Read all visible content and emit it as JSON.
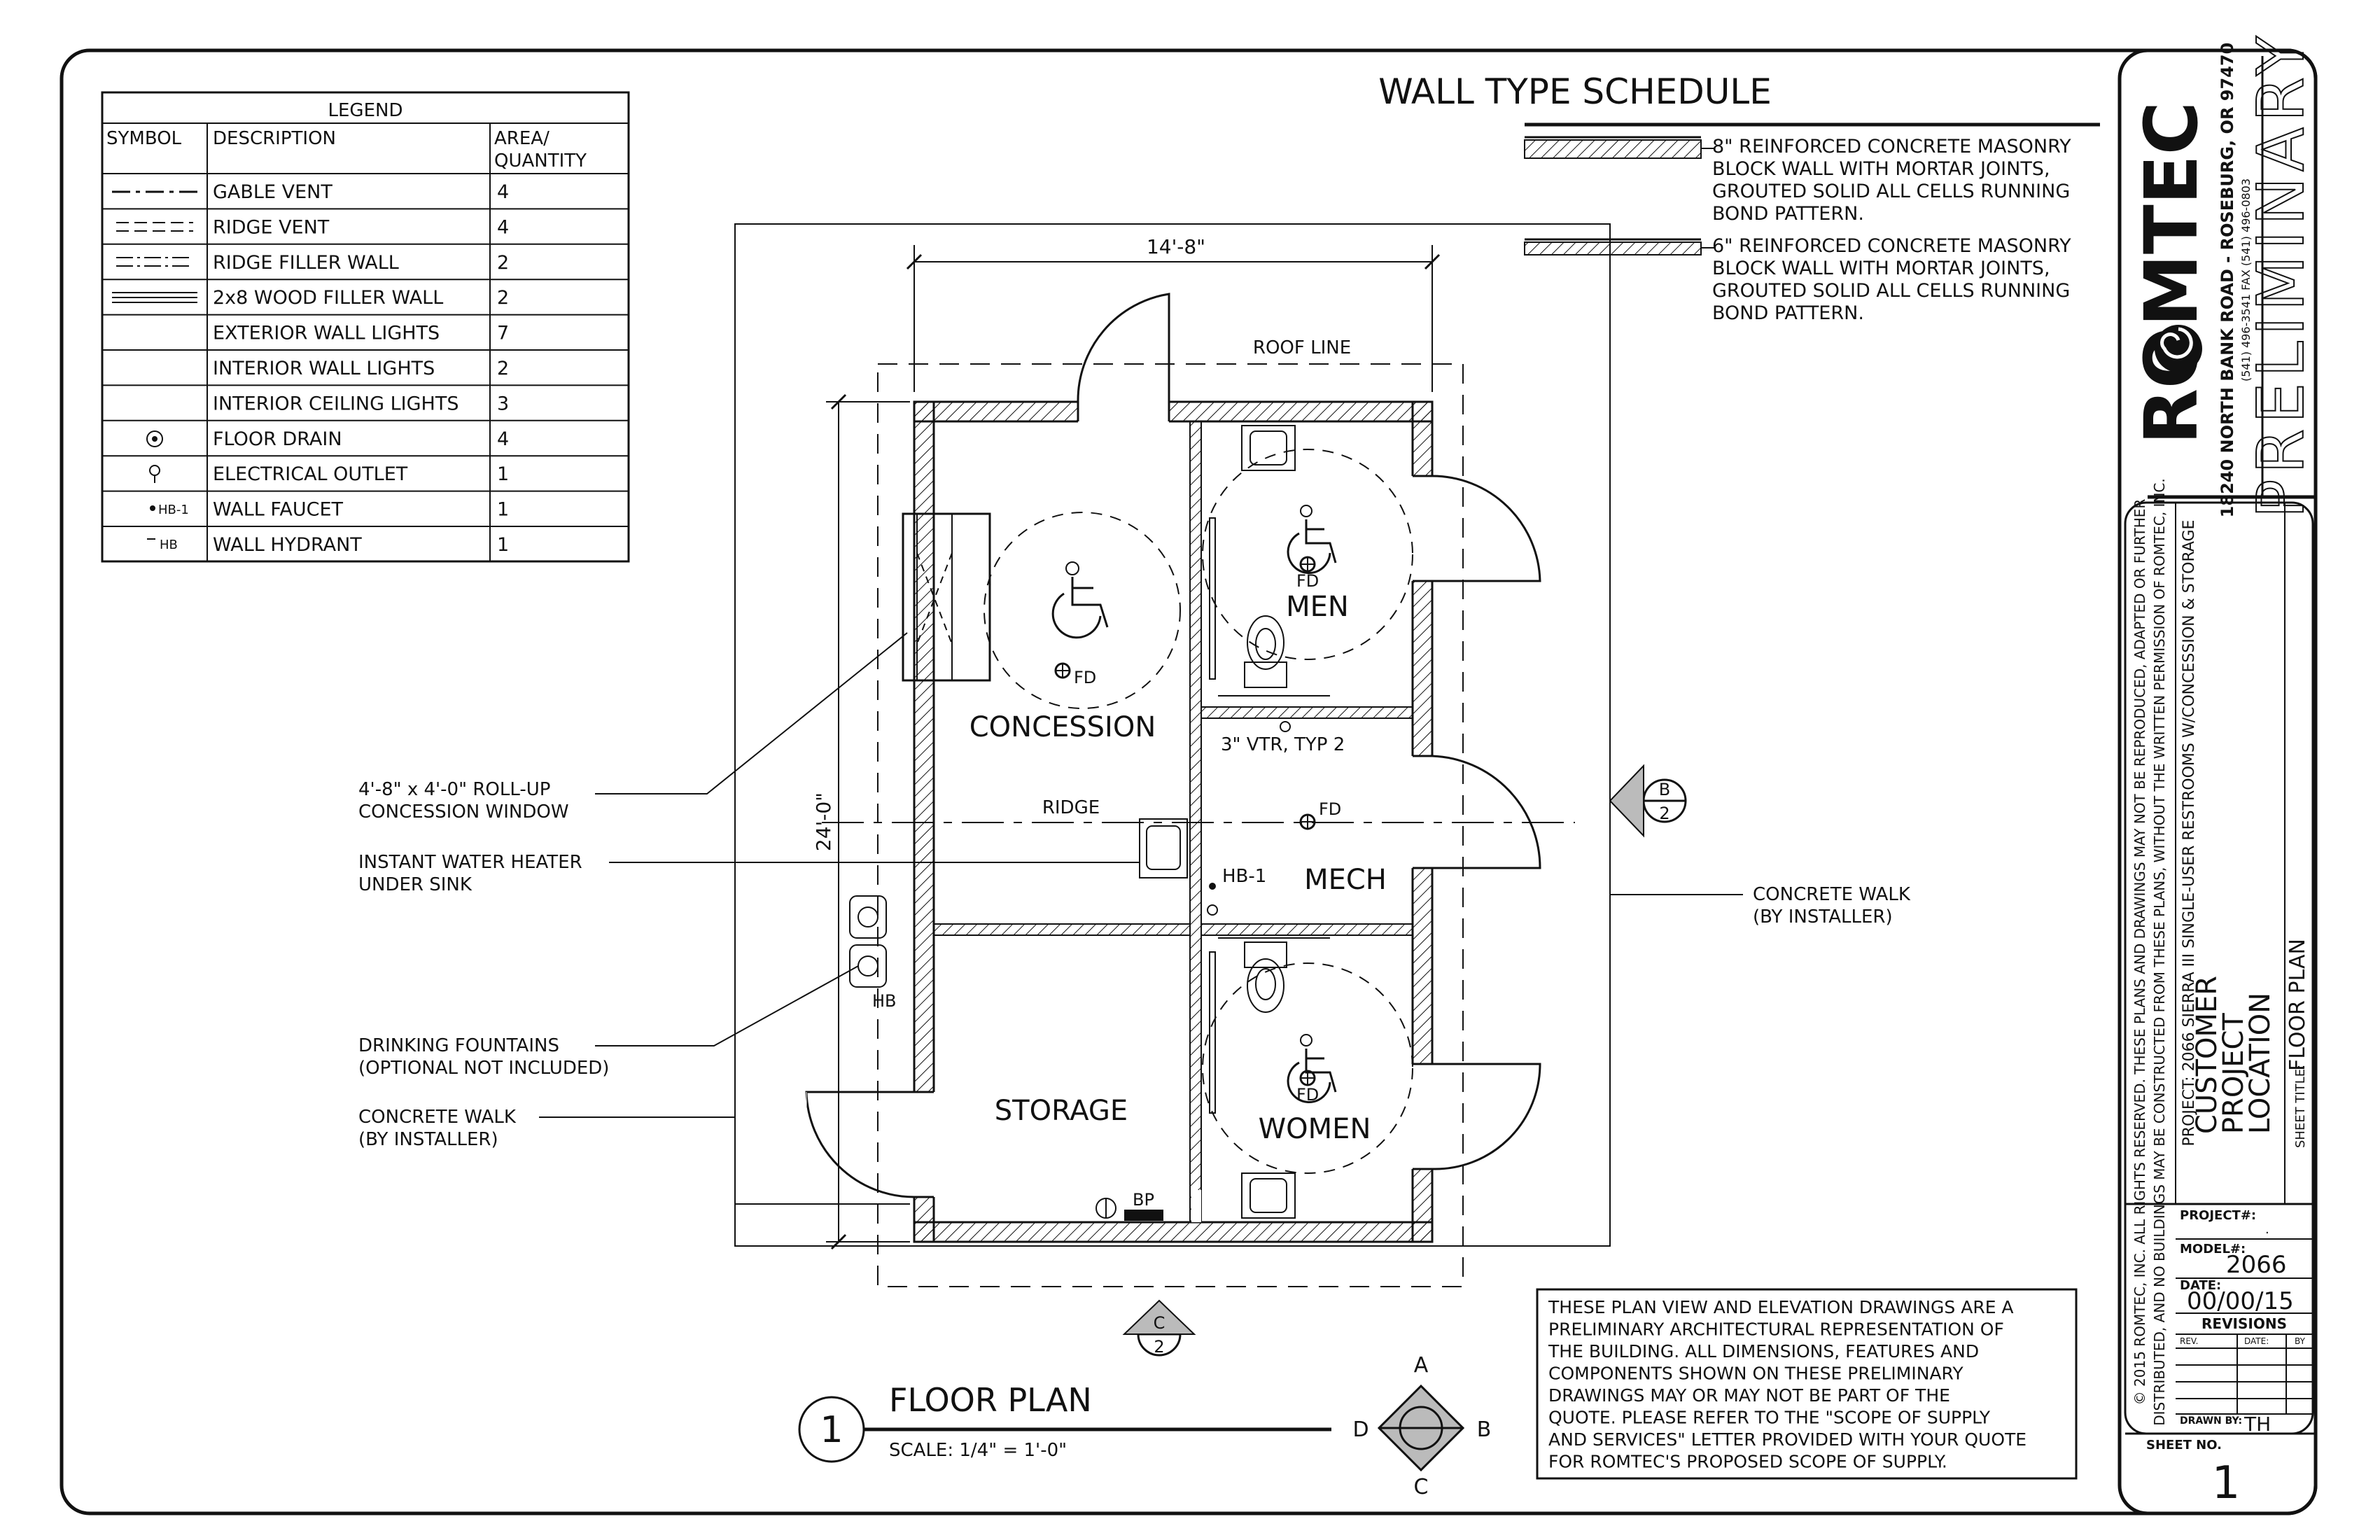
{
  "legend": {
    "title": "LEGEND",
    "headers": [
      "SYMBOL",
      "DESCRIPTION",
      "AREA/",
      "QUANTITY"
    ],
    "rows": [
      {
        "desc": "GABLE VENT",
        "qty": "4"
      },
      {
        "desc": "RIDGE VENT",
        "qty": "4"
      },
      {
        "desc": "RIDGE FILLER WALL",
        "qty": "2"
      },
      {
        "desc": "2x8 WOOD FILLER WALL",
        "qty": "2"
      },
      {
        "desc": "EXTERIOR WALL LIGHTS",
        "qty": "7"
      },
      {
        "desc": "INTERIOR WALL LIGHTS",
        "qty": "2"
      },
      {
        "desc": "INTERIOR CEILING LIGHTS",
        "qty": "3"
      },
      {
        "desc": "FLOOR DRAIN",
        "qty": "4"
      },
      {
        "desc": "ELECTRICAL OUTLET",
        "qty": "1"
      },
      {
        "desc": "WALL FAUCET",
        "qty": "1"
      },
      {
        "desc": "WALL HYDRANT",
        "qty": "1"
      }
    ],
    "symbol_hb1": "HB-1",
    "symbol_hb": "HB"
  },
  "wall_schedule": {
    "title": "WALL TYPE SCHEDULE",
    "type1": [
      "8\" REINFORCED CONCRETE MASONRY",
      "BLOCK WALL WITH MORTAR JOINTS,",
      "GROUTED SOLID ALL CELLS RUNNING",
      "BOND PATTERN."
    ],
    "type2": [
      "6\" REINFORCED CONCRETE MASONRY",
      "BLOCK WALL WITH MORTAR JOINTS,",
      "GROUTED SOLID ALL CELLS RUNNING",
      "BOND PATTERN."
    ]
  },
  "plan": {
    "dim_width": "14'-8\"",
    "dim_height": "24'-0\"",
    "roof_line": "ROOF LINE",
    "ridge": "RIDGE",
    "rooms": {
      "concession": "CONCESSION",
      "men": "MEN",
      "mech": "MECH",
      "storage": "STORAGE",
      "women": "WOMEN"
    },
    "fd": "FD",
    "vtr": "3\" VTR, TYP 2",
    "hb1": "HB-1",
    "hb": "HB",
    "bp": "BP",
    "section_b_top": "B",
    "section_b_bottom": "2",
    "section_c_top": "C",
    "section_c_bottom": "2"
  },
  "callouts": {
    "window": [
      "4'-8\" x 4'-0\" ROLL-UP",
      "CONCESSION WINDOW"
    ],
    "heater": [
      "INSTANT WATER HEATER",
      "UNDER SINK"
    ],
    "fountains": [
      "DRINKING FOUNTAINS",
      "(OPTIONAL NOT INCLUDED)"
    ],
    "walk_left": [
      "CONCRETE WALK",
      "(BY INSTALLER)"
    ],
    "walk_right": [
      "CONCRETE WALK",
      "(BY INSTALLER)"
    ]
  },
  "title_block": {
    "drawing_number": "1",
    "drawing_title": "FLOOR PLAN",
    "scale": "SCALE: 1/4\" = 1'-0\"",
    "compass": {
      "n": "A",
      "e": "B",
      "s": "C",
      "w": "D"
    }
  },
  "note": [
    "THESE PLAN VIEW AND ELEVATION DRAWINGS ARE A",
    "PRELIMINARY ARCHITECTURAL REPRESENTATION OF",
    "THE BUILDING. ALL DIMENSIONS, FEATURES AND",
    "COMPONENTS SHOWN ON THESE PRELIMINARY",
    "DRAWINGS MAY OR MAY NOT BE PART OF THE",
    "QUOTE. PLEASE REFER TO THE \"SCOPE OF SUPPLY",
    "AND SERVICES\" LETTER PROVIDED WITH YOUR QUOTE",
    "FOR ROMTEC'S PROPOSED SCOPE OF SUPPLY."
  ],
  "sidebar": {
    "company": "ROMTEC",
    "address": "18240 NORTH BANK ROAD - ROSEBURG, OR 97470",
    "phone": "(541) 496-3541    FAX (541) 496-0803",
    "preliminary": "PRELIMINARY",
    "copyright": "© 2015 ROMTEC, INC. ALL RIGHTS RESERVED. THESE PLANS AND DRAWINGS MAY NOT BE REPRODUCED, ADAPTED OR FURTHER",
    "copyright2": "DISTRIBUTED, AND NO BUILDINGS MAY BE CONSTRUCTED FROM THESE PLANS, WITHOUT THE WRITTEN PERMISSION OF ROMTEC, INC.",
    "project_line": "PROJECT: 2066 SIERRA III SINGLE-USER RESTROOMS W/CONCESSION & STORAGE",
    "customer": "CUSTOMER",
    "project": "PROJECT",
    "location": "LOCATION",
    "sheet_title_label": "SHEET TITLE:",
    "sheet_title": "FLOOR PLAN",
    "project_no_label": "PROJECT#:",
    "project_no": ".",
    "model_label": "MODEL#:",
    "model": "2066",
    "date_label": "DATE:",
    "date": "00/00/15",
    "revisions": "REVISIONS",
    "rev_cols": [
      "REV.",
      "DATE:",
      "BY"
    ],
    "drawn_by_label": "DRAWN BY:",
    "drawn_by": "TH",
    "sheet_no_label": "SHEET NO.",
    "sheet_no": "1"
  }
}
